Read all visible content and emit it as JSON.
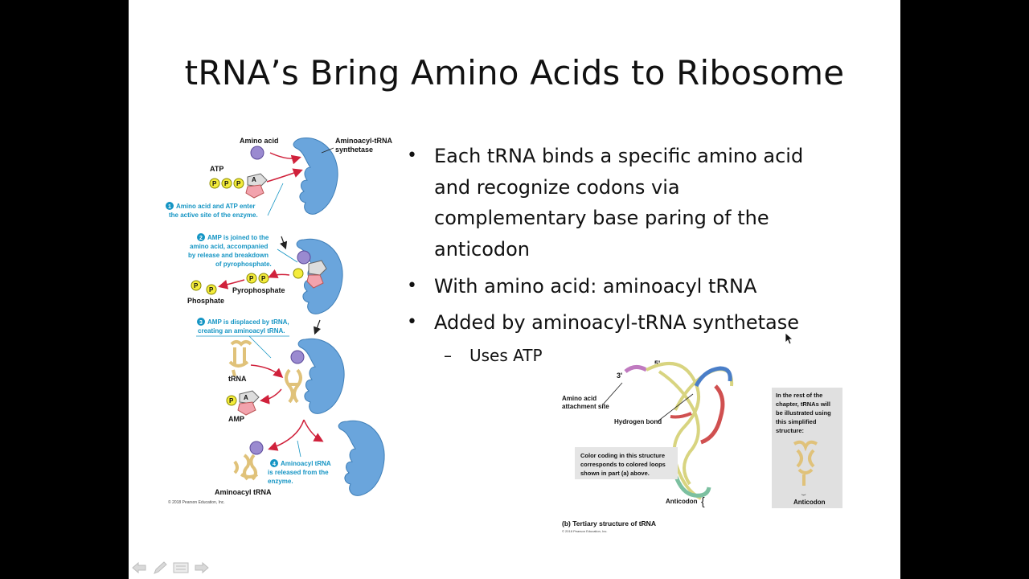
{
  "slide": {
    "title": "tRNA’s Bring Amino Acids to Ribosome",
    "bullets": [
      {
        "lines": [
          "Each tRNA binds a specific amino acid",
          "and recognize codons via",
          "complementary base paring of the",
          "anticodon"
        ]
      },
      {
        "lines": [
          "With amino acid: aminoacyl tRNA"
        ]
      },
      {
        "lines": [
          "Added by aminoacyl-tRNA synthetase"
        ]
      }
    ],
    "sub_bullet": "Uses ATP"
  },
  "left_figure": {
    "amino_acid": "Amino acid",
    "synthetase_1": "Aminoacyl-tRNA",
    "synthetase_2": "synthetase",
    "atp": "ATP",
    "p": "P",
    "a": "A",
    "pi": "P",
    "step1": [
      "Amino acid and ATP enter",
      "the active site of the enzyme."
    ],
    "step2": [
      "AMP is joined to the",
      "amino acid, accompanied",
      "by release and breakdown",
      "of pyrophosphate."
    ],
    "pyrophosphate": "Pyrophosphate",
    "phosphate": "Phosphate",
    "step3": [
      "AMP is displaced by tRNA,",
      "creating an aminoacyl tRNA."
    ],
    "trna": "tRNA",
    "amp": "AMP",
    "step4": [
      "Aminoacyl tRNA",
      "is released from the",
      "enzyme."
    ],
    "aminoacyl_trna": "Aminoacyl tRNA",
    "copyright": "© 2018 Pearson Education, Inc."
  },
  "right_figure": {
    "three_prime": "3'",
    "five_prime": "5'",
    "attachment": [
      "Amino acid",
      "attachment site"
    ],
    "hydrogen_bond": "Hydrogen bond",
    "color_note": [
      "Color coding in this structure",
      "corresponds to colored loops",
      "shown in part (a) above."
    ],
    "simplified_note": [
      "In the rest of the",
      "chapter, tRNAs will",
      "be illustrated using",
      "this simplified",
      "structure:"
    ],
    "anticodon": "Anticodon",
    "caption": "(b) Tertiary structure of tRNA",
    "copyright": "© 2018 Pearson Education, Inc."
  },
  "colors": {
    "enzyme": "#6aa5dc",
    "enzyme_stroke": "#3f7fb8",
    "amino_acid": "#9a8ad0",
    "phosphate": "#f4ec3b",
    "ribose": "#f2a3ad",
    "trna": "#e0c27a",
    "step_text": "#1595c4",
    "arrow": "#d0213b"
  },
  "nav": {
    "icons": [
      "arrow-left-icon",
      "pen-icon",
      "menu-icon",
      "arrow-right-icon"
    ]
  }
}
